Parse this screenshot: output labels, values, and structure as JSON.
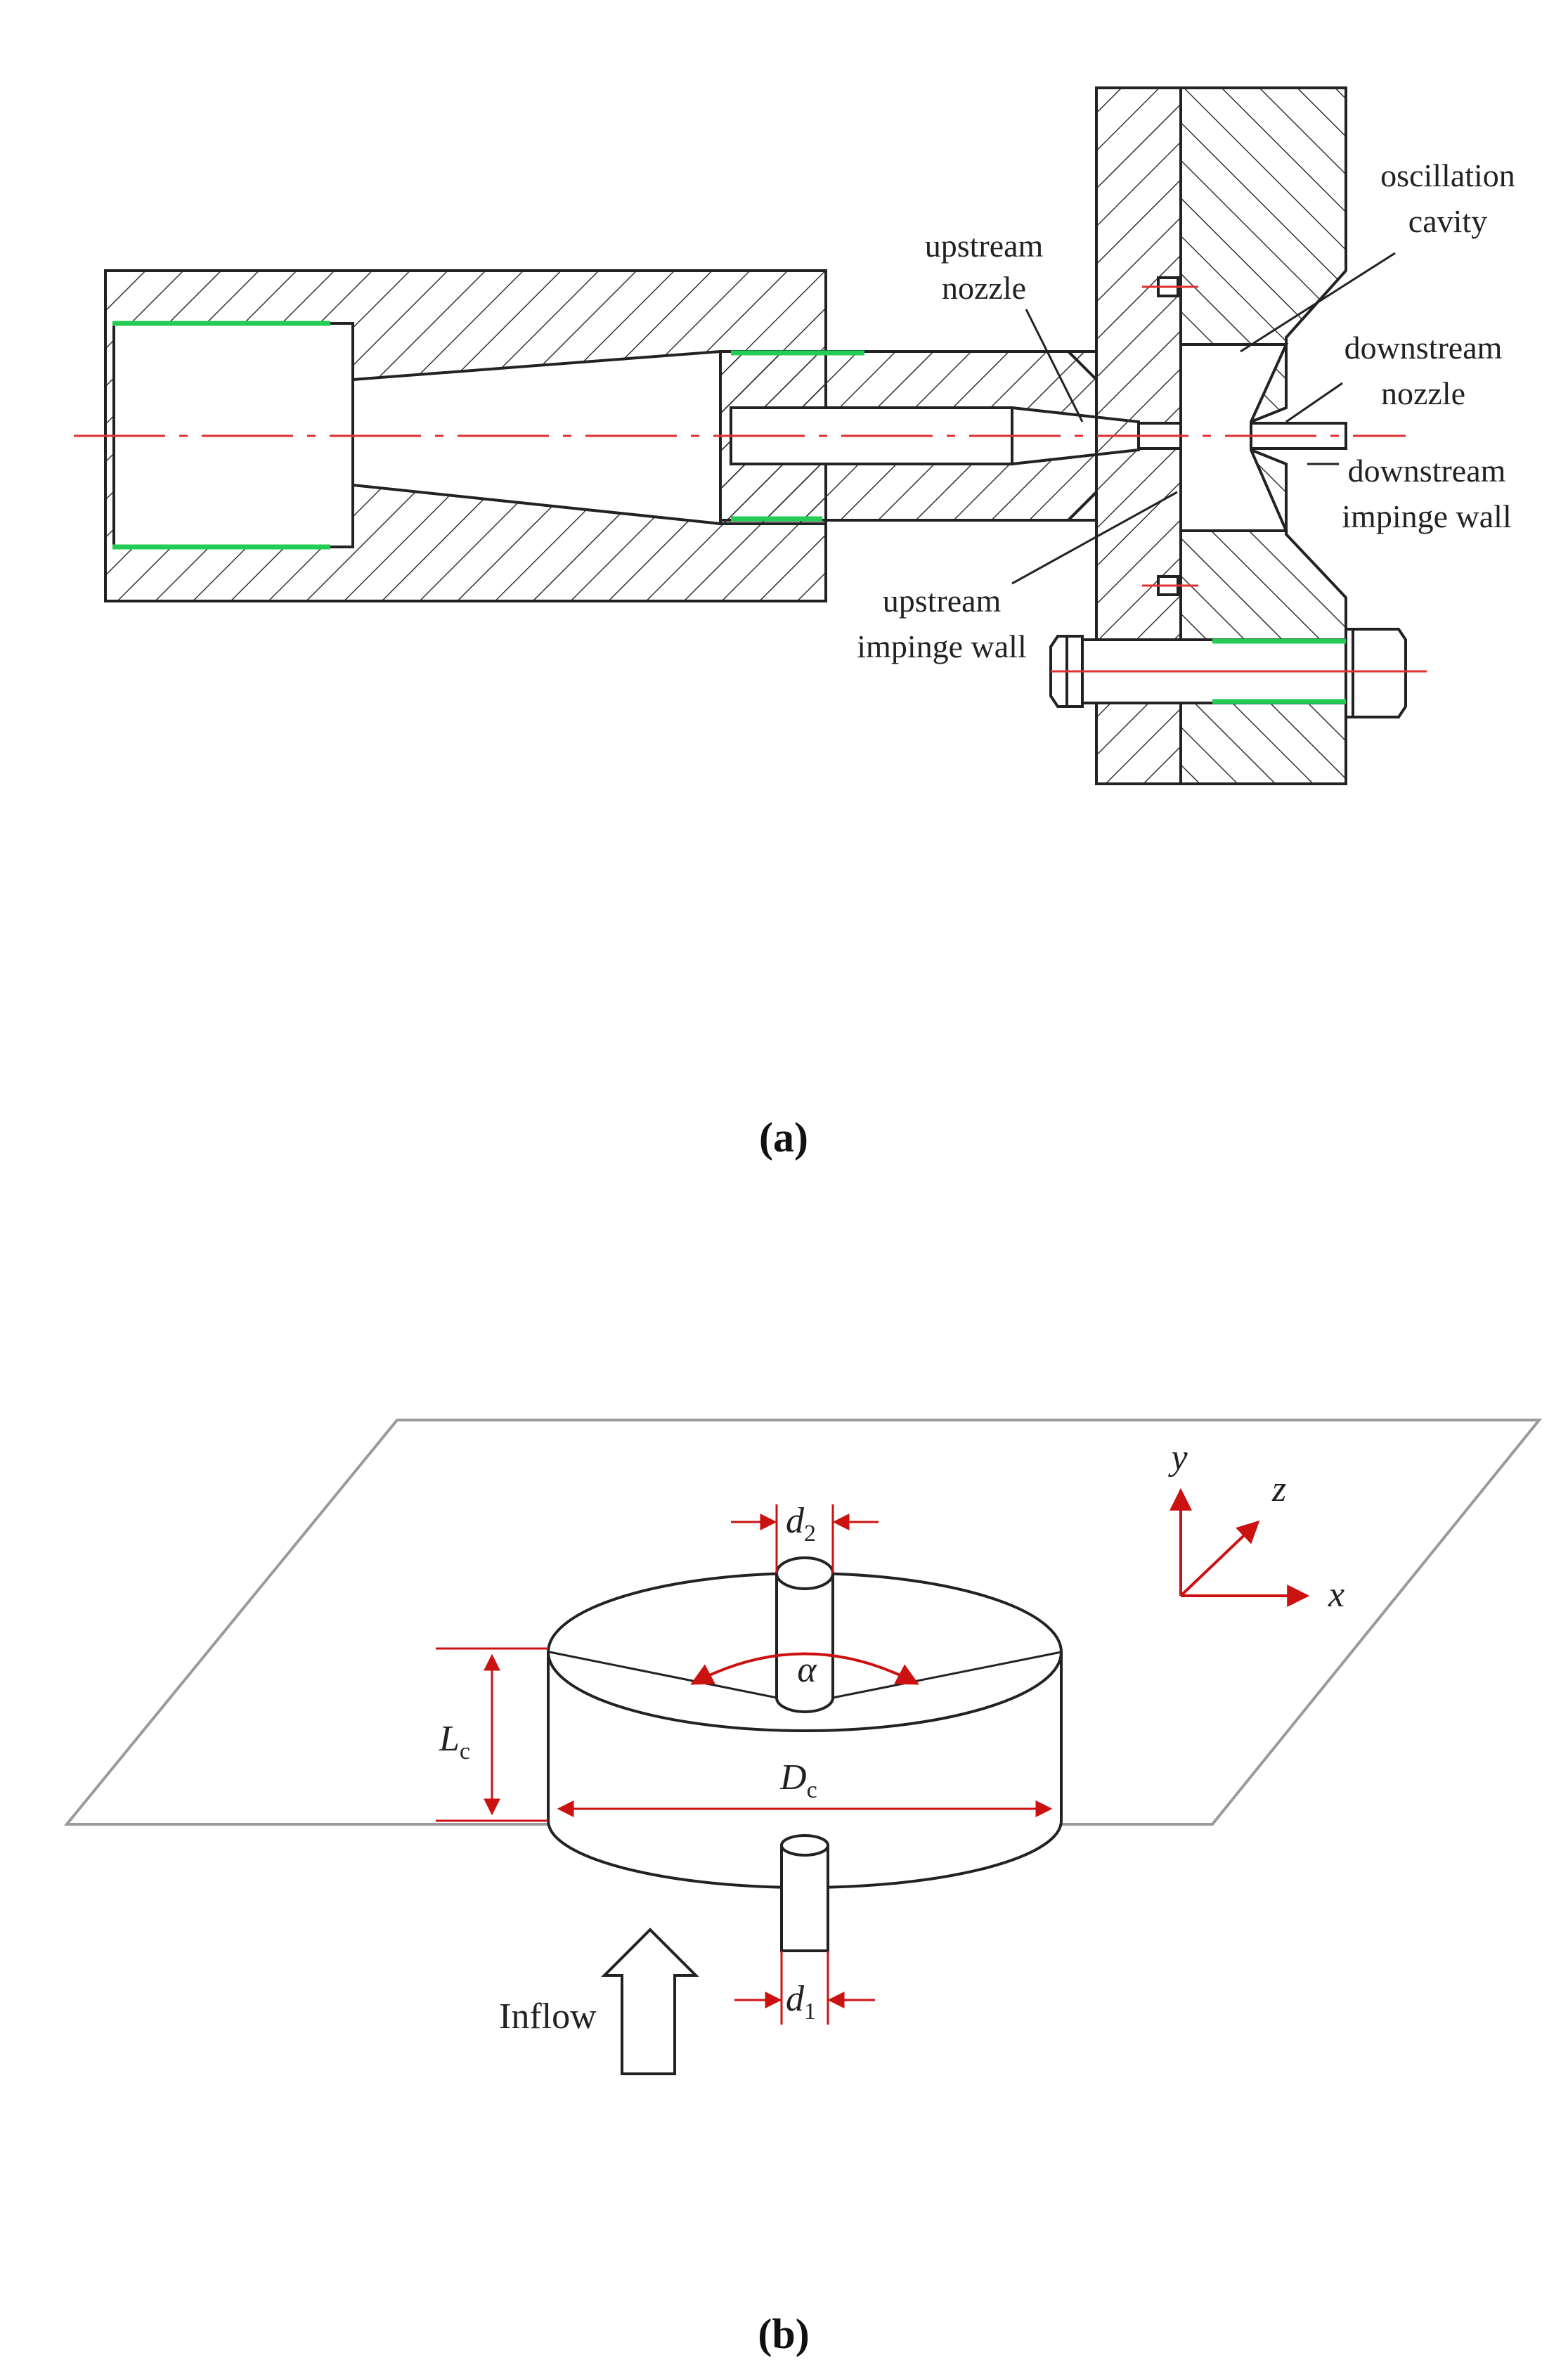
{
  "panel_a": {
    "caption_letter": "a",
    "labels": {
      "upstream_nozzle_1": "upstream",
      "upstream_nozzle_2": "nozzle",
      "oscillation_cavity_1": "oscillation",
      "oscillation_cavity_2": "cavity",
      "downstream_nozzle_1": "downstream",
      "downstream_nozzle_2": "nozzle",
      "downstream_wall_1": "downstream",
      "downstream_wall_2": "impinge wall",
      "upstream_wall_1": "upstream",
      "upstream_wall_2": "impinge wall"
    }
  },
  "panel_b": {
    "caption_letter": "b",
    "d2_main": "d",
    "d2_sub": "2",
    "d1_main": "d",
    "d1_sub": "1",
    "alpha": "α",
    "Lc_main": "L",
    "Lc_sub": "c",
    "Dc_main": "D",
    "Dc_sub": "c",
    "axis_y": "y",
    "axis_z": "z",
    "axis_x": "x",
    "inflow": "Inflow"
  },
  "colors": {
    "outline": "#222222",
    "centerline": "#e03030",
    "thread": "#22cc55",
    "dimension": "#cc1111",
    "plane": "#9a9a9a"
  }
}
